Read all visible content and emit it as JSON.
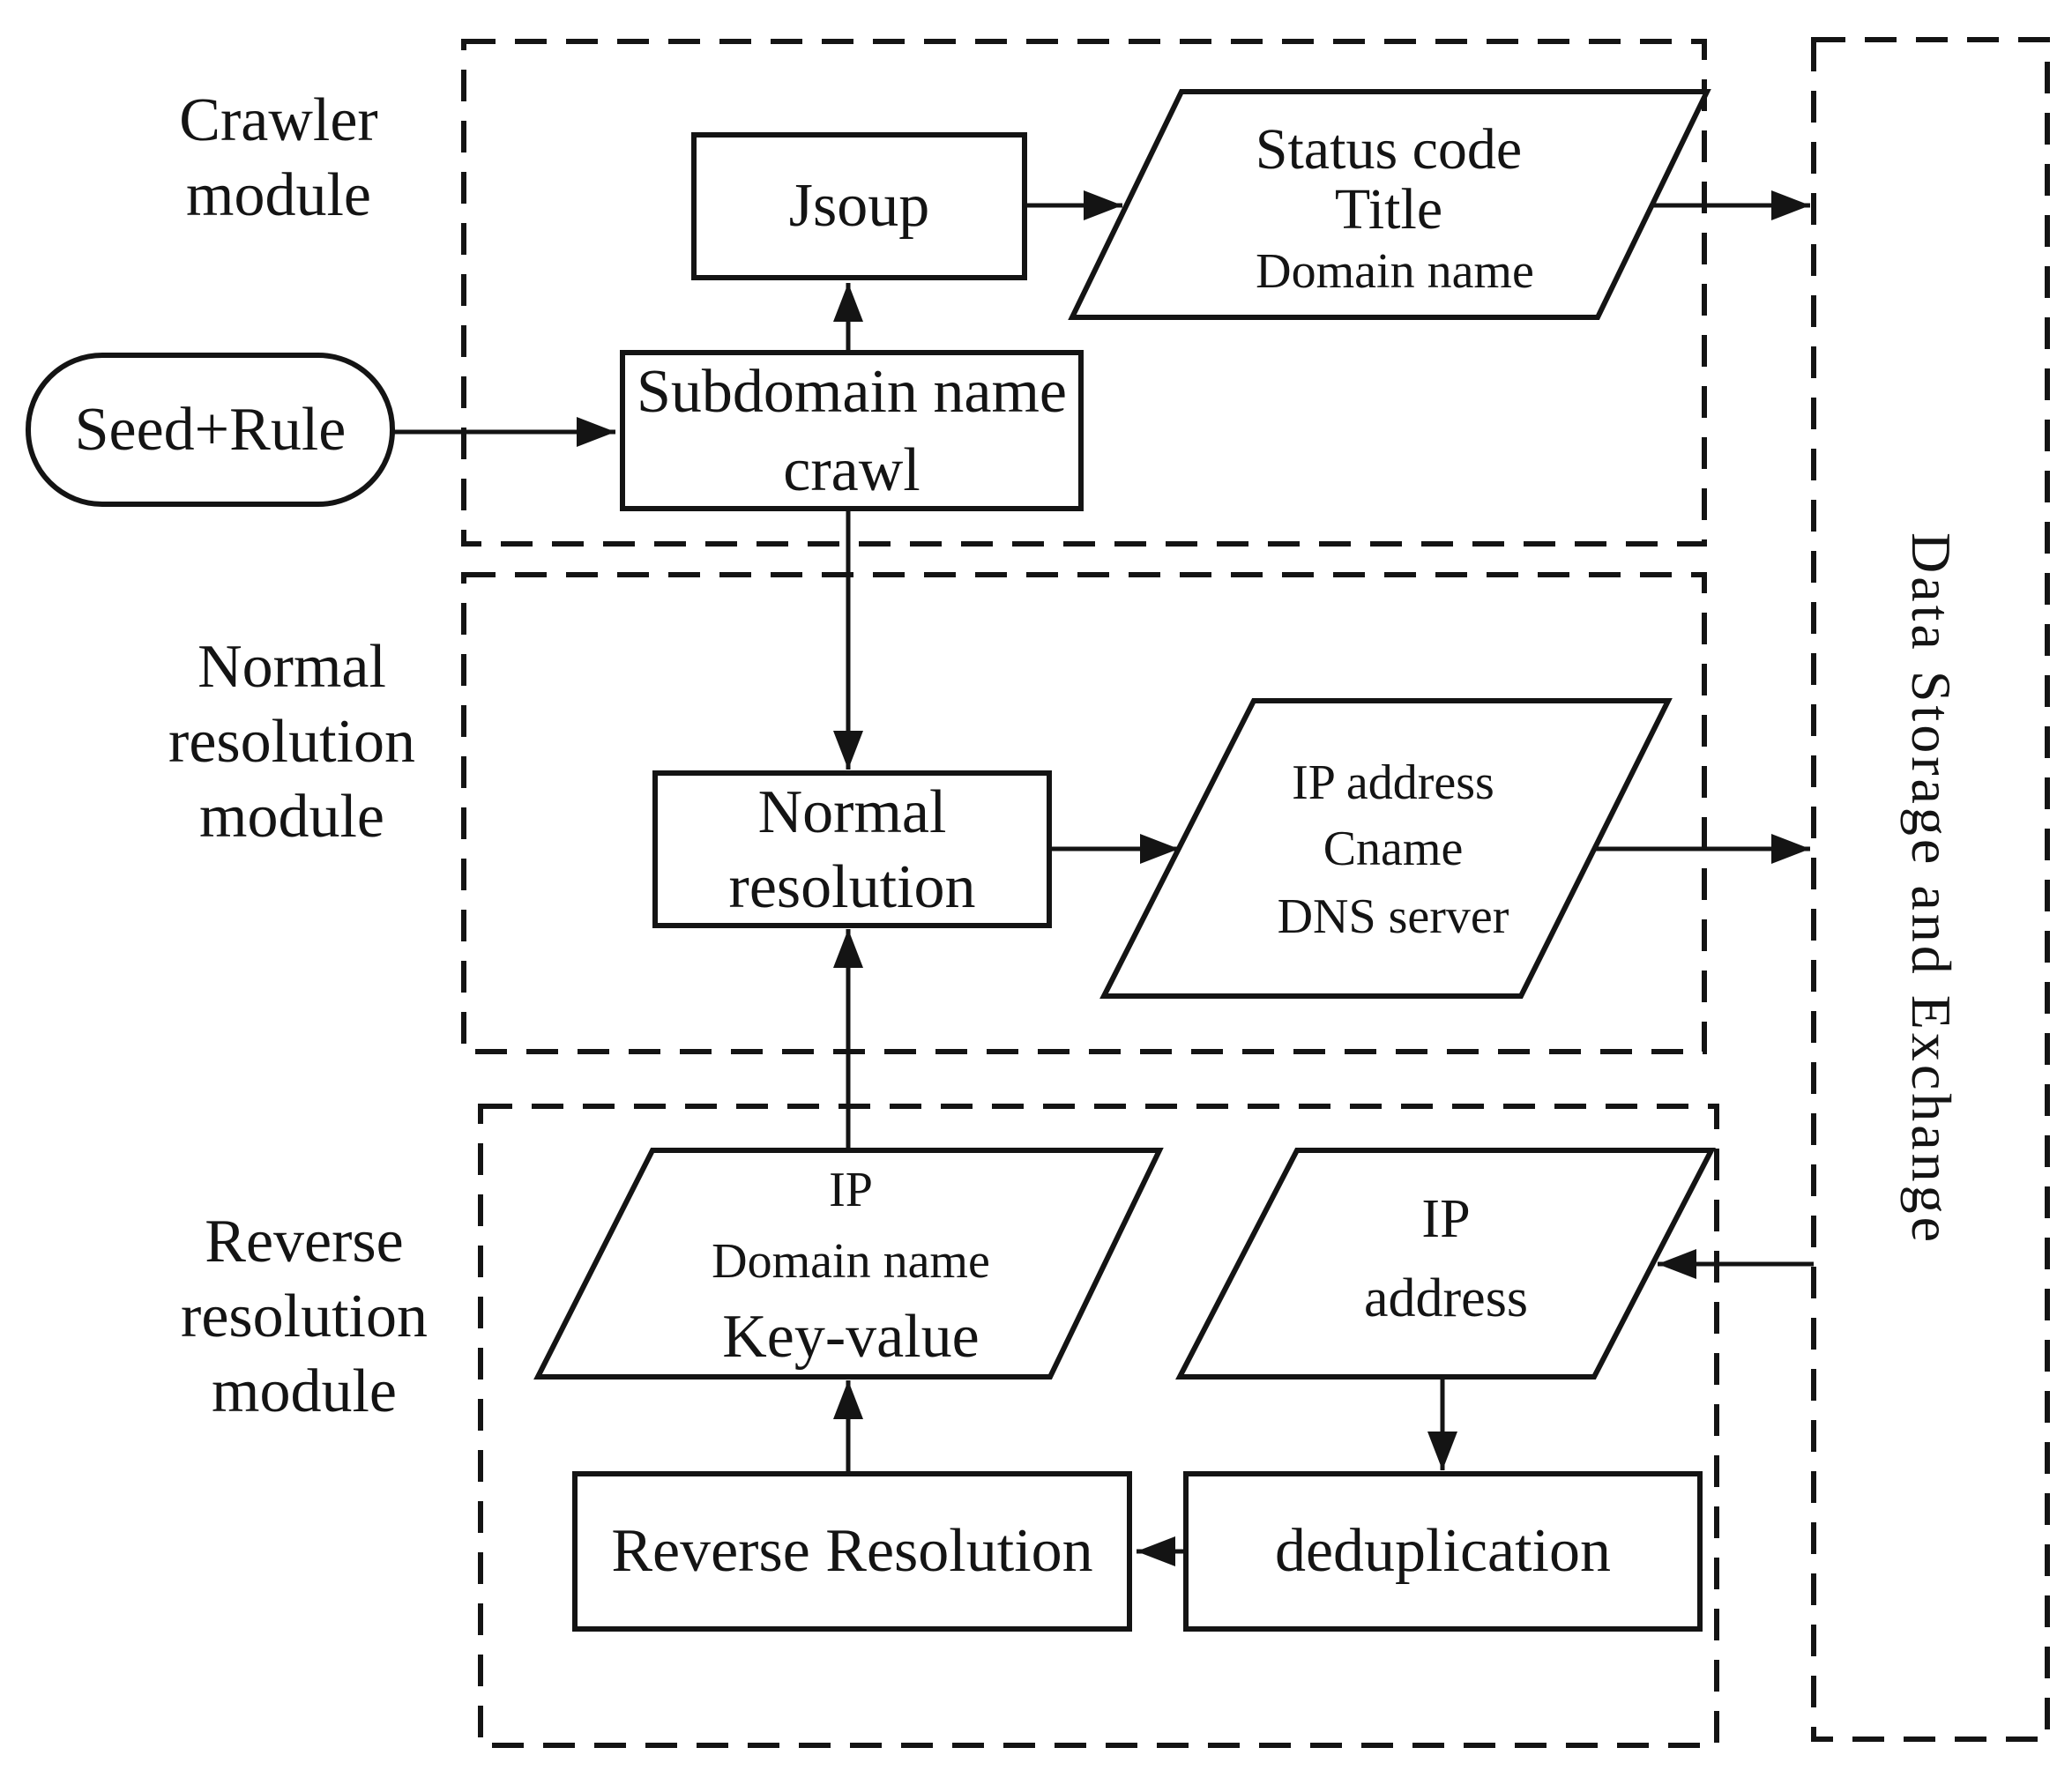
{
  "modules": {
    "crawler": {
      "lines": [
        "Crawler",
        "module"
      ]
    },
    "normal": {
      "lines": [
        "Normal",
        "resolution",
        "module"
      ]
    },
    "reverse": {
      "lines": [
        "Reverse",
        "resolution",
        "module"
      ]
    },
    "storage": {
      "label": "Data Storage and Exchange"
    }
  },
  "nodes": {
    "seed": {
      "label": "Seed+Rule"
    },
    "subdomain_crawl": {
      "lines": [
        "Subdomain name",
        "crawl"
      ]
    },
    "jsoup": {
      "label": "Jsoup"
    },
    "crawl_output": {
      "lines": [
        "Status code",
        "Title",
        "Domain name"
      ]
    },
    "normal_resolution": {
      "lines": [
        "Normal",
        "resolution"
      ]
    },
    "dns_output": {
      "lines": [
        "IP address",
        "Cname",
        "DNS server"
      ]
    },
    "key_value": {
      "lines": [
        "IP",
        "Domain name",
        "Key-value"
      ]
    },
    "ip_address": {
      "lines": [
        "IP",
        "address"
      ]
    },
    "reverse_resolution": {
      "label": "Reverse Resolution"
    },
    "deduplication": {
      "label": "deduplication"
    }
  },
  "colors": {
    "ink": "#141414",
    "background": "#ffffff"
  }
}
